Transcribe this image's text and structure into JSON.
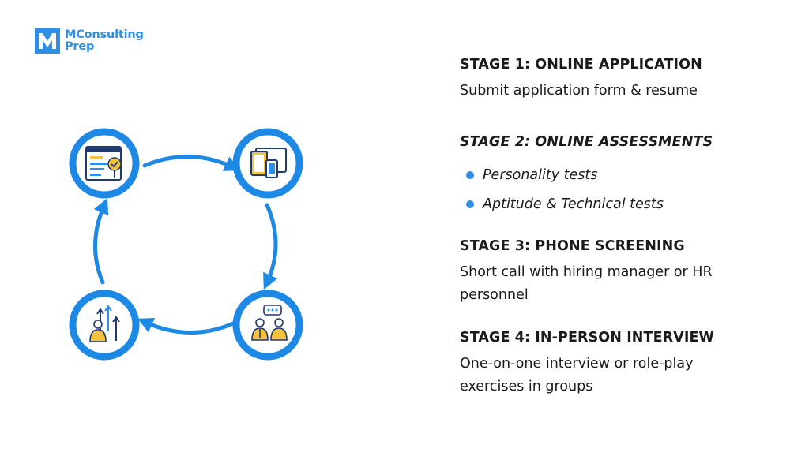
{
  "brand": {
    "line1": "MConsulting",
    "line2": "Prep",
    "color": "#2f8fe6"
  },
  "diagram": {
    "ring_color": "#1e88e5",
    "nodes": [
      {
        "icon": "application-form-icon"
      },
      {
        "icon": "devices-icon"
      },
      {
        "icon": "conversation-icon"
      },
      {
        "icon": "growth-people-icon"
      }
    ]
  },
  "stages": [
    {
      "title": "STAGE 1: ONLINE APPLICATION",
      "description": "Submit application form & resume"
    },
    {
      "title": "STAGE 2: ONLINE ASSESSMENTS",
      "bullets": [
        "Personality tests",
        "Aptitude & Technical tests"
      ]
    },
    {
      "title": "STAGE 3: PHONE SCREENING",
      "description": "Short call with hiring manager or HR personnel"
    },
    {
      "title": "STAGE 4: IN-PERSON INTERVIEW",
      "description": "One-on-one interview or role-play exercises in groups"
    }
  ]
}
